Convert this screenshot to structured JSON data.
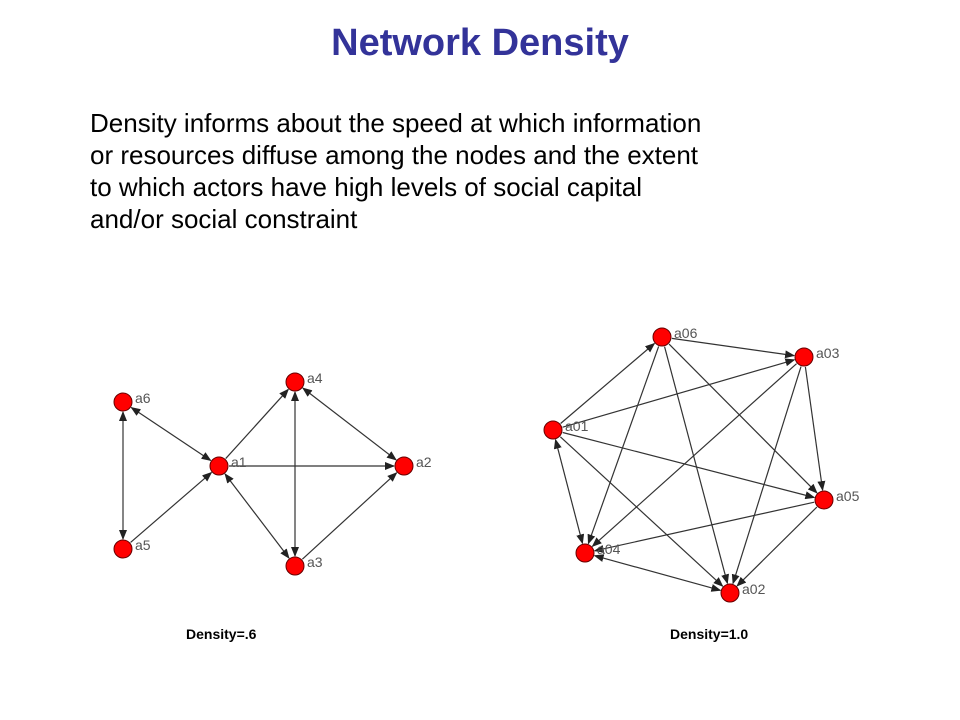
{
  "slide": {
    "title": "Network Density",
    "body_lines": [
      "Density informs about the speed at which information",
      "or resources diffuse among the nodes and the extent",
      "to which actors have high levels of social capital",
      "and/or social constraint"
    ]
  },
  "colors": {
    "title": "#333399",
    "node_fill": "#ff0000",
    "node_stroke": "#660000",
    "edge": "#333333",
    "label": "#555555"
  },
  "networks": [
    {
      "caption": "Density=.6",
      "nodes": [
        "a1",
        "a2",
        "a3",
        "a4",
        "a5",
        "a6"
      ],
      "edges": [
        [
          "a6",
          "a5",
          "both"
        ],
        [
          "a6",
          "a1",
          "both"
        ],
        [
          "a5",
          "a1",
          "to"
        ],
        [
          "a1",
          "a4",
          "to"
        ],
        [
          "a1",
          "a2",
          "to"
        ],
        [
          "a1",
          "a3",
          "both"
        ],
        [
          "a4",
          "a3",
          "both"
        ],
        [
          "a4",
          "a2",
          "both"
        ],
        [
          "a3",
          "a2",
          "to"
        ]
      ]
    },
    {
      "caption": "Density=1.0",
      "nodes": [
        "a01",
        "a02",
        "a03",
        "a04",
        "a05",
        "a06"
      ],
      "edges": [
        [
          "a01",
          "a06",
          "to"
        ],
        [
          "a01",
          "a03",
          "to"
        ],
        [
          "a01",
          "a05",
          "to"
        ],
        [
          "a01",
          "a04",
          "both"
        ],
        [
          "a01",
          "a02",
          "to"
        ],
        [
          "a06",
          "a03",
          "to"
        ],
        [
          "a06",
          "a05",
          "to"
        ],
        [
          "a06",
          "a04",
          "to"
        ],
        [
          "a06",
          "a02",
          "to"
        ],
        [
          "a03",
          "a05",
          "to"
        ],
        [
          "a03",
          "a04",
          "to"
        ],
        [
          "a03",
          "a02",
          "to"
        ],
        [
          "a05",
          "a04",
          "to"
        ],
        [
          "a05",
          "a02",
          "to"
        ],
        [
          "a04",
          "a02",
          "both"
        ]
      ]
    }
  ]
}
